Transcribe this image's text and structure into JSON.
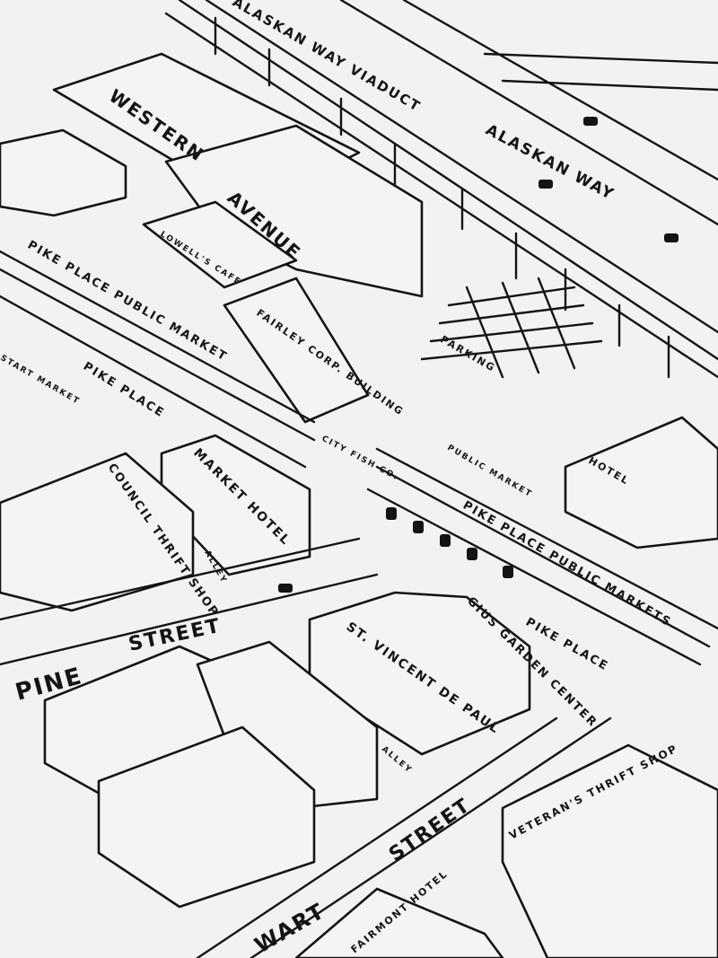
{
  "title": "Pike Place Market aerial sketch",
  "labels": {
    "viaduct": "ALASKAN WAY VIADUCT",
    "alaskan_way": "ALASKAN WAY",
    "western": "WESTERN",
    "avenue": "AVENUE",
    "lowells": "LOWELL'S CAFE",
    "market_top": "PIKE PLACE PUBLIC MARKET",
    "fairley": "FAIRLEY CORP. BUILDING",
    "parking": "PARKING",
    "pike_place_1": "PIKE PLACE",
    "start_market": "START MARKET",
    "market_hotel": "MARKET HOTEL",
    "council": "COUNCIL THRIFT SHOP",
    "city_fish": "CITY FISH CO.",
    "public_market": "PUBLIC MARKET",
    "hotel": "HOTEL",
    "market_lower": "PIKE PLACE PUBLIC MARKETS",
    "pike_place_2": "PIKE PLACE",
    "alley_1": "ALLEY",
    "alley_2": "ALLEY",
    "pine": "PINE",
    "pine_street": "STREET",
    "gius": "GIUS GARDEN CENTER",
    "st_vincent": "ST. VINCENT DE PAUL",
    "stewart_street": "STREET",
    "stewart": "WART",
    "fairmont": "FAIRMONT HOTEL",
    "veterans": "VETERAN'S THRIFT SHOP"
  }
}
